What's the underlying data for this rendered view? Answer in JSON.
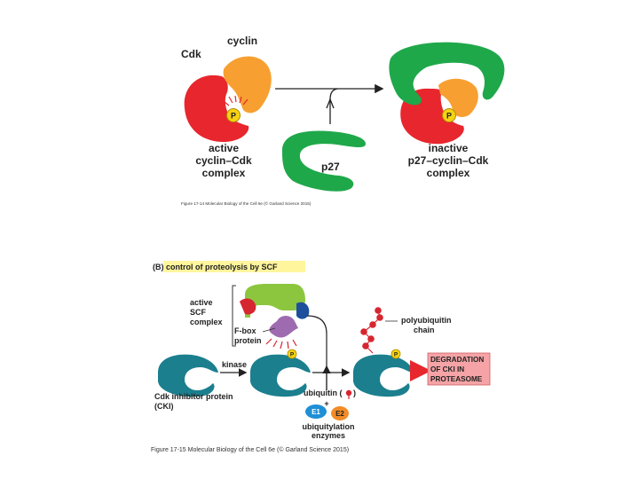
{
  "colors": {
    "cdk_red": "#e8262d",
    "cyclin_orange": "#f7a031",
    "p27_green": "#1fa84a",
    "phosphate_yellow": "#f5d312",
    "cki_teal": "#1b7f8e",
    "scf_lime": "#8cc63f",
    "fbox_purple": "#9e6bb0",
    "e1_blue": "#1f8fd6",
    "e2_orange": "#f28c28",
    "ub_red": "#d62630",
    "degradation_box": "#f5a3a6",
    "highlight_yellow": "#fff59d"
  },
  "panel_a": {
    "cdk_label": "Cdk",
    "cyclin_label": "cyclin",
    "phosphate_label": "P",
    "active_label": [
      "active",
      "cyclin–Cdk",
      "complex"
    ],
    "p27_label": "p27",
    "inactive_label": [
      "inactive",
      "p27–cyclin–Cdk",
      "complex"
    ],
    "caption": "Figure 17-14 Molecular Biology of the Cell 6e (© Garland Science 2015)"
  },
  "panel_b": {
    "panel_letter": "(B)",
    "title": "control of proteolysis by SCF",
    "scf_label": [
      "active",
      "SCF",
      "complex"
    ],
    "fbox_label": [
      "F-box",
      "protein"
    ],
    "kinase_label": "kinase",
    "cki_label": [
      "Cdk inhibitor protein",
      "(CKI)"
    ],
    "ubiquitin_label": "ubiquitin (",
    "ubiquitin_close": ")",
    "plus": "+",
    "e1": "E1",
    "e2": "E2",
    "enzymes_label": [
      "ubiquitylation",
      "enzymes"
    ],
    "polyub_label": [
      "polyubiquitin",
      "chain"
    ],
    "degradation_label": [
      "DEGRADATION",
      "OF CKI IN",
      "PROTEASOME"
    ],
    "phosphate_label": "P",
    "caption": "Figure 17-15 Molecular Biology of the Cell 6e (© Garland Science 2015)"
  }
}
